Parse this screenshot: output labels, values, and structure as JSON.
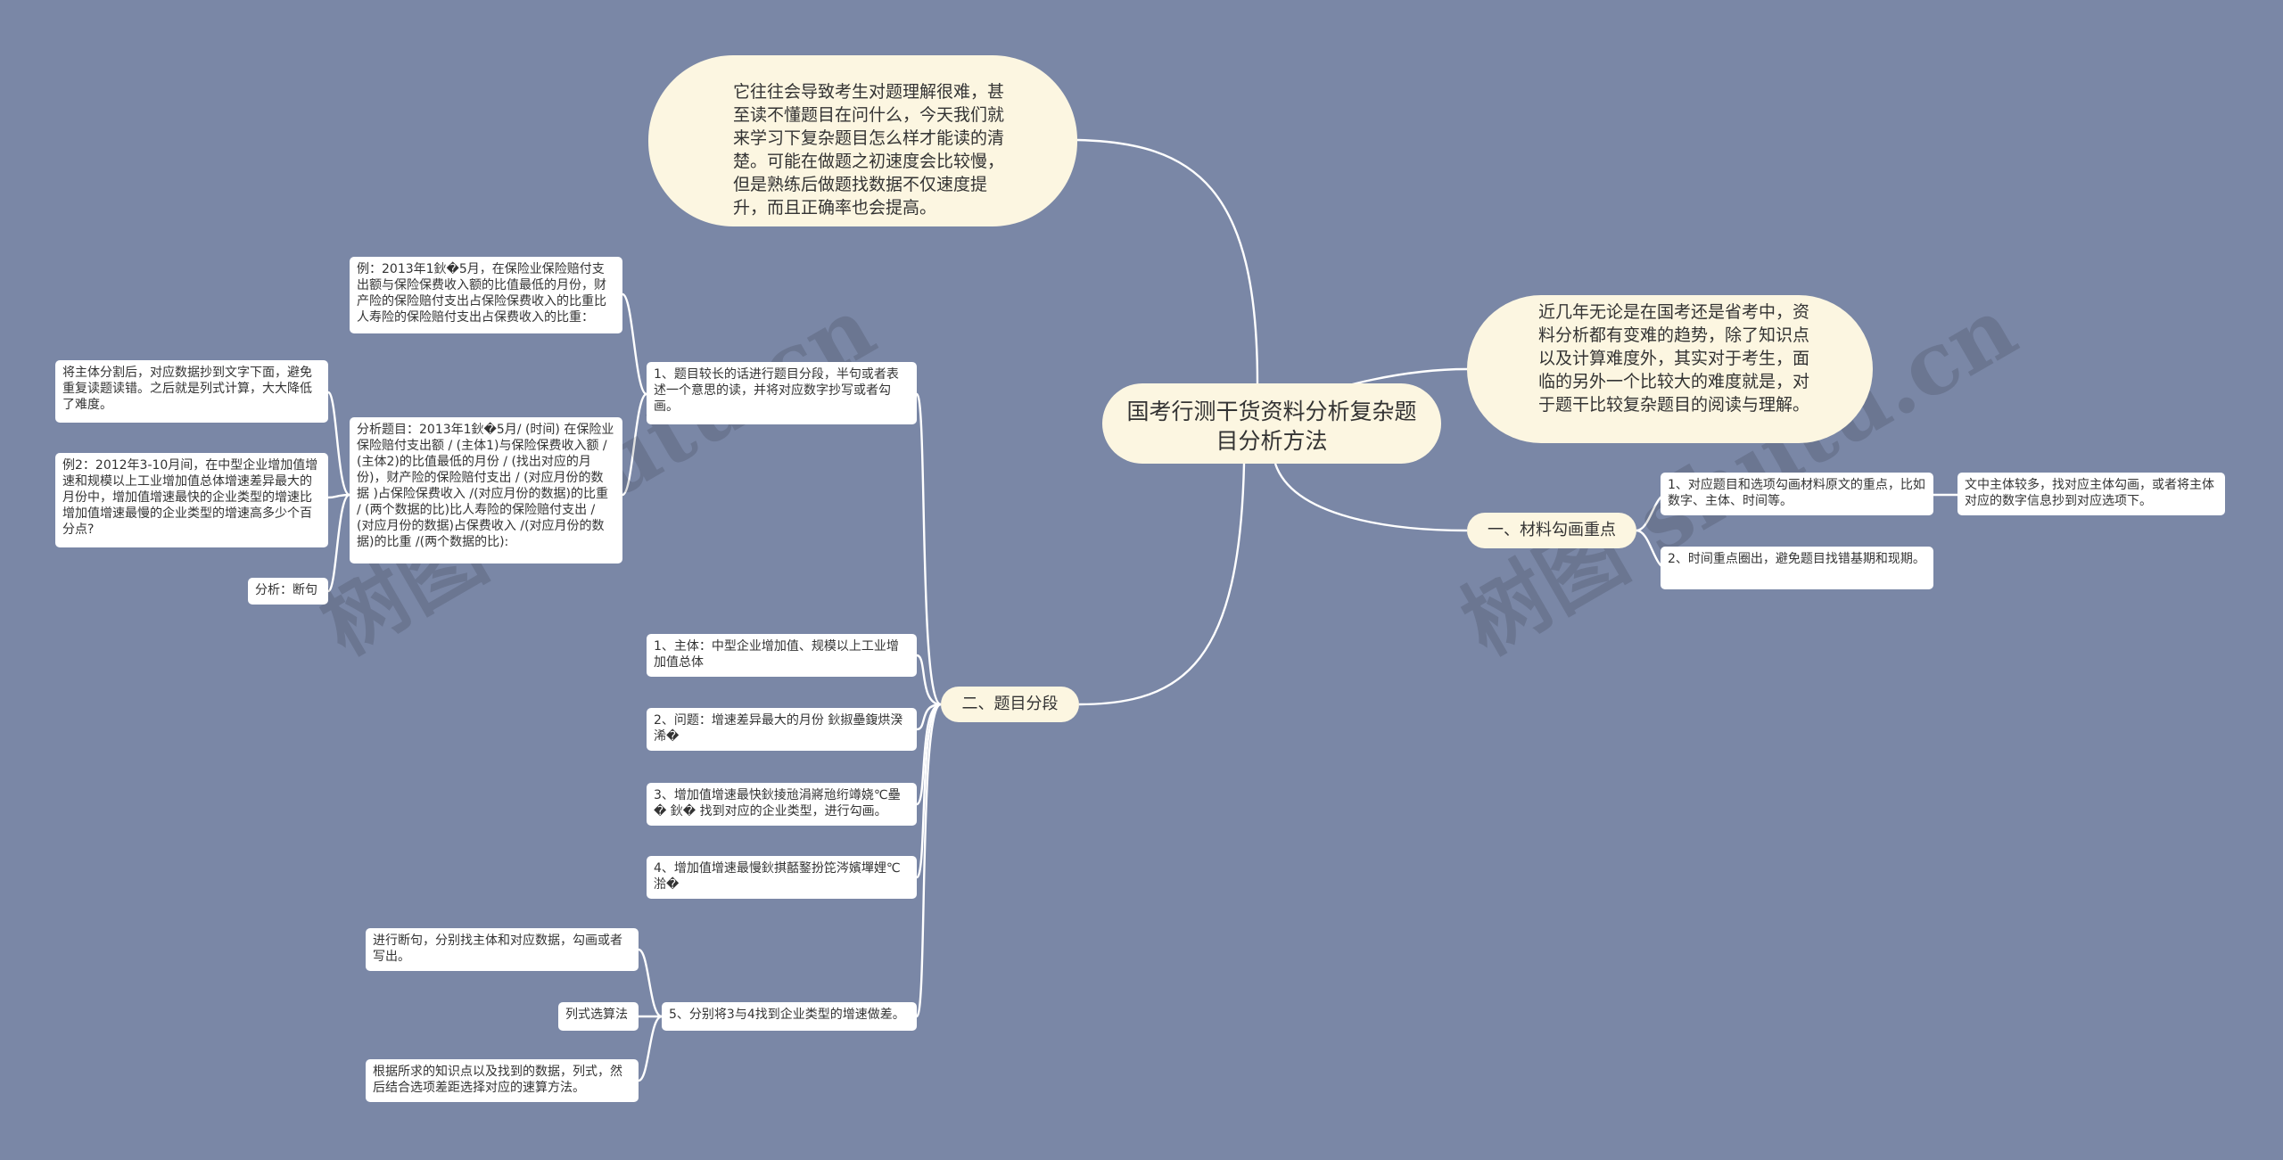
{
  "root": "国考行测干货资料分析复杂题目分析方法",
  "intro_top": "它往往会导致考生对题理解很难，甚至读不懂题目在问什么，今天我们就来学习下复杂题目怎么样才能读的清楚。可能在做题之初速度会比较慢，但是熟练后做题找数据不仅速度提升，而且正确率也会提高。",
  "intro_right": "近几年无论是在国考还是省考中，资料分析都有变难的趋势，除了知识点以及计算难度外，其实对于考生，面临的另外一个比较大的难度就是，对于题干比较复杂题目的阅读与理解。",
  "section_one": {
    "label": "一、材料勾画重点",
    "item1": "1、对应题目和选项勾画材料原文的重点，比如数字、主体、时间等。",
    "item1_note": "文中主体较多，找对应主体勾画，或者将主体对应的数字信息抄到对应选项下。",
    "item2": "2、时间重点圈出，避免题目找错基期和现期。"
  },
  "section_two": {
    "label": "二、题目分段",
    "step1": "1、题目较长的话进行题目分段，半句或者表述一个意思的读，并将对应数字抄写或者勾画。",
    "example1": "例：2013年1鈥�5月，在保险业保险赔付支出额与保险保费收入额的比值最低的月份，财产险的保险赔付支出占保险保费收入的比重比人寿险的保险赔付支出占保费收入的比重：",
    "analysis1": "分析题目：2013年1鈥�5月/ (时间) 在保险业保险赔付支出额 / (主体1)与保险保费收入额 / (主体2)的比值最低的月份 / (找出对应的月份)，财产险的保险赔付支出 / (对应月份的数据 )占保险保费收入 /(对应月份的数据)的比重 / (两个数据的比)比人寿险的保险赔付支出 / (对应月份的数据)占保费收入 /(对应月份的数据)的比重 /(两个数据的比):",
    "tip1": "将主体分割后，对应数据抄到文字下面，避免重复读题读错。之后就是列式计算，大大降低了难度。",
    "example2": "例2：2012年3-10月间，在中型企业增加值增速和规模以上工业增加值总体增速差异最大的月份中，增加值增速最快的企业类型的增速比增加值增速最慢的企业类型的增速高多少个百分点?",
    "analysis_label": "分析：断句",
    "point1": "1、主体：中型企业增加值、规模以上工业增加值总体",
    "point2": "2、问题：增速差异最大的月份 鈥掓壘鍑烘湀浠�",
    "point3": "3、增加值增速最快鈥掕兘涓嶈兘绗竴娆℃壘� 鈥� 找到对应的企业类型，进行勾画。",
    "point4": "4、增加值增速最慢鈥掑嚭鐜扮笓涔嬪墠娌℃湁�",
    "point5": "5、分别将3与4找到企业类型的增速做差。",
    "p5_child1": "进行断句，分别找主体和对应数据，勾画或者写出。",
    "p5_child2": "列式选算法",
    "p5_child3": "根据所求的知识点以及找到的数据，列式，然后结合选项差距选择对应的速算方法。"
  },
  "watermark": "树图 shutu.cn",
  "colors": {
    "background": "#7a87a6",
    "node": "#fcf6e1",
    "leaf": "#ffffff",
    "link": "#ffffff"
  }
}
